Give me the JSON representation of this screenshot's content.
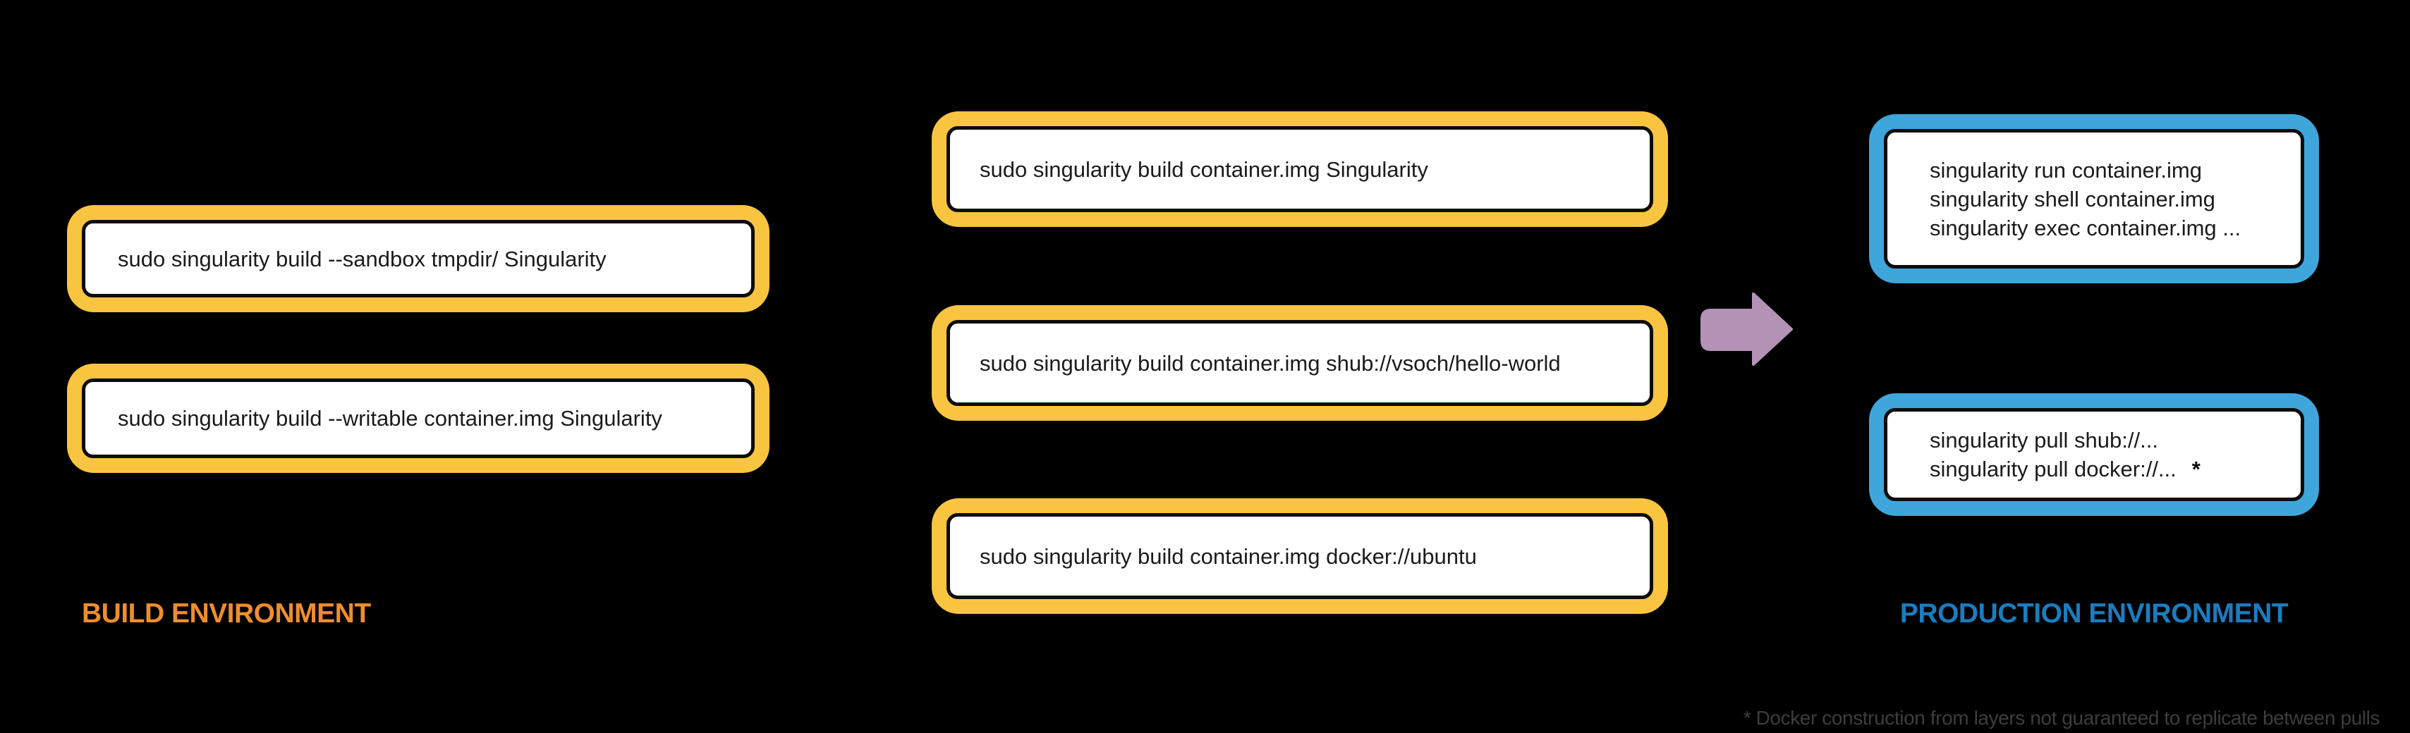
{
  "background": "#000000",
  "build": {
    "label": "BUILD ENVIRONMENT",
    "label_color": "#EE8E2B",
    "frame_color": "#F9C440",
    "boxes": [
      {
        "text": "sudo singularity build --sandbox tmpdir/ Singularity"
      },
      {
        "text": "sudo singularity build --writable container.img Singularity"
      }
    ]
  },
  "recipes": {
    "frame_color": "#F9C440",
    "boxes": [
      {
        "text": "sudo singularity build container.img Singularity"
      },
      {
        "text": "sudo singularity build container.img shub://vsoch/hello-world"
      },
      {
        "text": "sudo singularity build container.img docker://ubuntu"
      }
    ]
  },
  "production": {
    "label": "PRODUCTION ENVIRONMENT",
    "label_color": "#1A7DC0",
    "frame_color": "#3FA6DC",
    "boxes": [
      {
        "lines": [
          "singularity run container.img",
          "singularity shell container.img",
          "singularity exec container.img ..."
        ]
      },
      {
        "lines": [
          "singularity pull shub://...",
          "singularity pull docker://..."
        ],
        "marker": "*"
      }
    ]
  },
  "arrow": {
    "color": "#B392B5"
  },
  "footnote": {
    "text": "* Docker construction from layers not guaranteed to replicate between pulls",
    "color": "#3D3D3D"
  }
}
